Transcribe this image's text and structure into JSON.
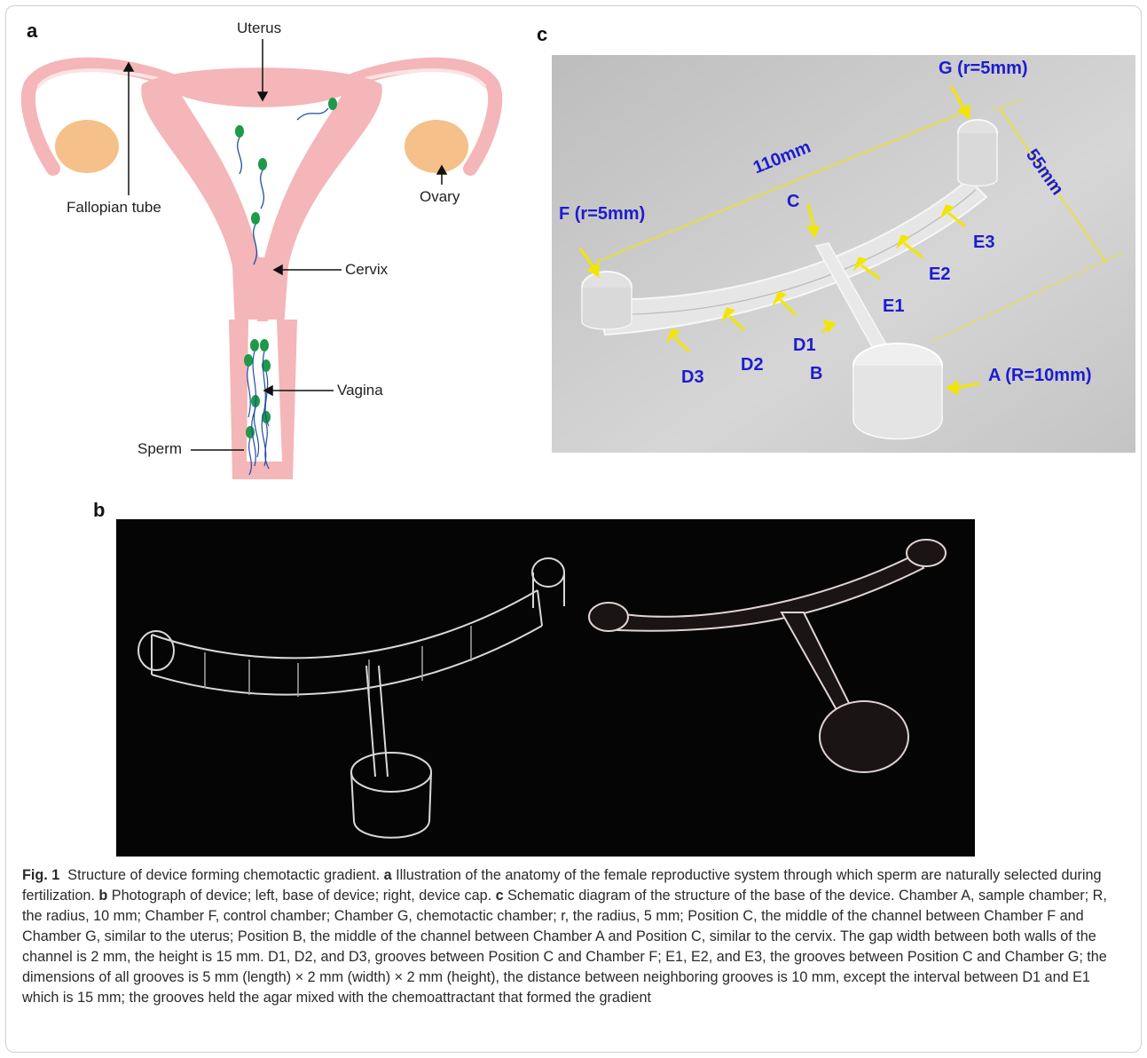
{
  "panel_a": {
    "letter": "a",
    "labels": {
      "uterus": "Uterus",
      "fallopian_tube": "Fallopian tube",
      "ovary": "Ovary",
      "cervix": "Cervix",
      "vagina": "Vagina",
      "sperm": "Sperm"
    },
    "colors": {
      "organ": "#f4b6b8",
      "organ_dark": "#e88a90",
      "ovary": "#f5c08a",
      "sperm_head": "#1e9a4a",
      "sperm_tail": "#1f4f9e"
    }
  },
  "panel_b": {
    "letter": "b"
  },
  "panel_c": {
    "letter": "c",
    "labels": {
      "g": "G (r=5mm)",
      "f": "F (r=5mm)",
      "a": "A (R=10mm)",
      "c": "C",
      "b": "B",
      "d1": "D1",
      "d2": "D2",
      "d3": "D3",
      "e1": "E1",
      "e2": "E2",
      "e3": "E3",
      "length": "110mm",
      "width": "55mm"
    },
    "colors": {
      "label": "#1c1ccf",
      "arrow": "#f2e600",
      "background": "#c9c9c9"
    }
  },
  "caption": {
    "fig_label": "Fig. 1",
    "title": "Structure of device forming chemotactic gradient.",
    "a_key": "a",
    "a_text": "Illustration of the anatomy of the female reproductive system through which sperm are naturally selected during fertilization.",
    "b_key": "b",
    "b_text": "Photograph of device; left, base of device; right, device cap.",
    "c_key": "c",
    "c_text": "Schematic diagram of the structure of the base of the device. Chamber A, sample chamber; R, the radius, 10 mm; Chamber F, control chamber; Chamber G, chemotactic chamber; r, the radius, 5 mm; Position C, the middle of the channel between Chamber F and Chamber G, similar to the uterus; Position B, the middle of the channel between Chamber A and Position C, similar to the cervix. The gap width between both walls of the channel is 2 mm, the height is 15 mm. D1, D2, and D3, grooves between Position C and Chamber F; E1, E2, and E3, the grooves between Position C and Chamber G; the dimensions of all grooves is 5 mm (length) × 2 mm (width) × 2 mm (height), the distance between neighboring grooves is 10 mm, except the interval between D1 and E1 which is 15 mm; the grooves held the agar mixed with the chemoattractant that formed the gradient"
  }
}
